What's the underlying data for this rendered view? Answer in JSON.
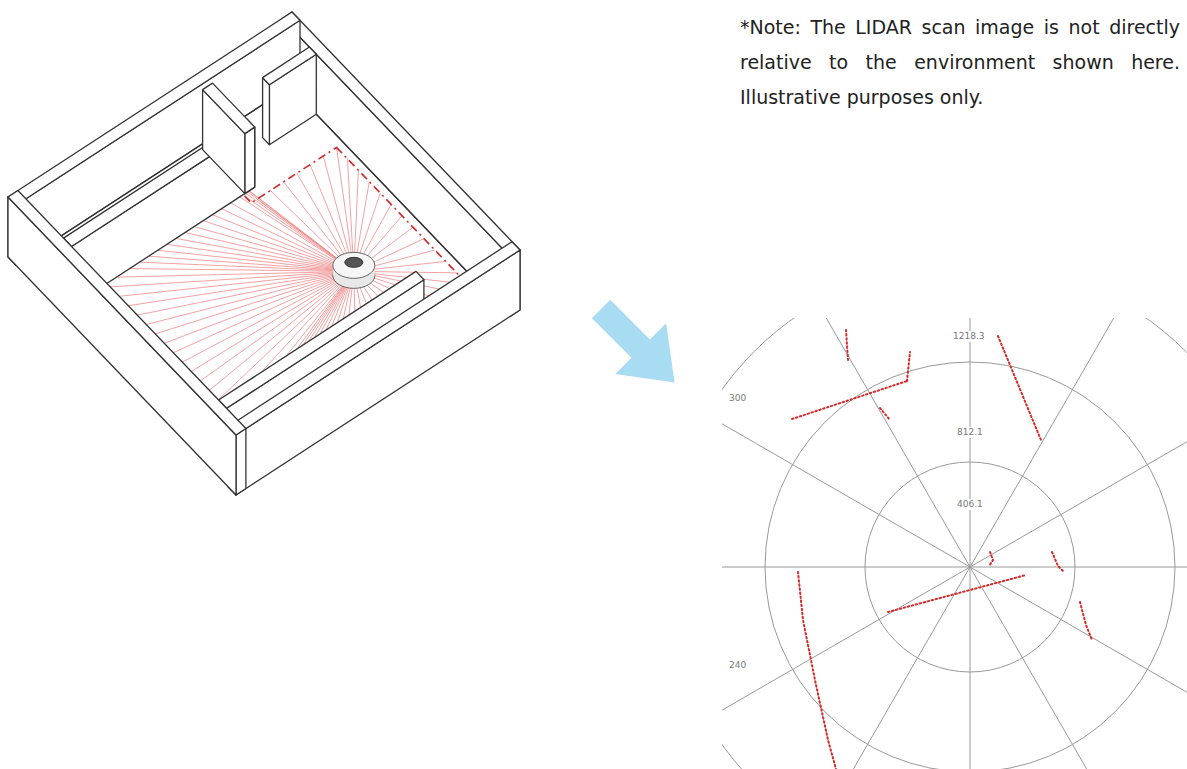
{
  "diagram": {
    "labels": [
      "*Note: The LIDAR scan image is not directly relative to the environment shown here. Illustrative purposes only.",
      "1218.3",
      "812.1",
      "406.1",
      "300",
      "240"
    ]
  }
}
